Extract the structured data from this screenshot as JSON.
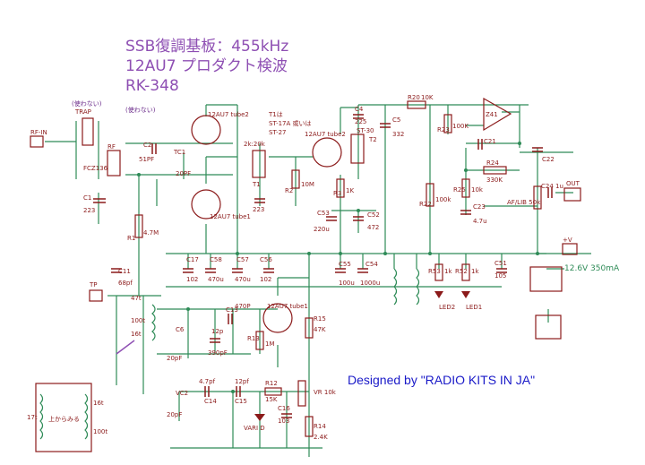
{
  "header": {
    "title_line1": "SSB復調基板：455kHz",
    "title_line2": "12AU7  プロダクト検波",
    "title_line3": "RK-348"
  },
  "credit": "Designed by  \"RADIO KITS IN JA\"",
  "colors": {
    "wire": "#2e8b57",
    "component": "#8b1a1a",
    "title": "#8e4fb3",
    "credit": "#1a1ac8",
    "note": "#6a2a8a"
  },
  "labels": {
    "rf_in": "RF-IN",
    "trap_note": "(使わない)",
    "trap": "TRAP",
    "rf_note": "(使わない)",
    "rf": "RF",
    "fcz": "FCZ136",
    "c2": "C2",
    "c2v": "51PF",
    "tc1": "TC1",
    "tc1v": "20PF",
    "c1v": "223",
    "c1": "C1",
    "r1": "R1",
    "r1v": "4.7M",
    "c11": "C11",
    "c11v": "68pf",
    "tp": "TP",
    "tube2": "12AU7 tube2",
    "tube1": "12AU7 tube1",
    "tube1b": "12AU7 tube1",
    "t1note1": "T1は",
    "t1note2": "ST-17A 或いは",
    "t1note3": "ST-27",
    "tube3": "12AU7 tube2",
    "st30": "ST-30",
    "t2": "T2",
    "t1lab": "2k:20k",
    "t1": "T1",
    "c3v": "223",
    "r2": "R2",
    "r2v": "10M",
    "c4": "C4",
    "c4v": "225",
    "r3": "R3",
    "r3v": "1K",
    "c5": "C5",
    "c5v": "332",
    "r20": "R20",
    "r20v": "10K",
    "r23": "R23",
    "r23v": "100K",
    "ic": "Z41",
    "c21": "C21",
    "c22": "C22",
    "r24": "R24",
    "r24v": "330K",
    "r25": "R25",
    "r25v": "10k",
    "c23": "C23",
    "c23v": "4.7u",
    "c24": "C24",
    "c24v": "1u",
    "af": "AF/LIB 50k",
    "out": "OUT",
    "r22": "R22",
    "r22v": "100k",
    "c53": "C53",
    "c53v": "220u",
    "c52": "C52",
    "c52v": "472",
    "c17": "C17",
    "c17v": "102",
    "c58": "C58",
    "c58v": "470u",
    "c57": "C57",
    "c57v": "470u",
    "c56": "C56",
    "c56v": "102",
    "c55": "C55",
    "c55v": "100u",
    "c54": "C54",
    "c54v": "1000u",
    "r53": "R53",
    "r53v": "1k",
    "r52": "R52",
    "r52v": "1k",
    "c51": "C51",
    "c51v": "105",
    "led2": "LED2",
    "led1": "LED1",
    "vplus": "+V",
    "psu": "12.6V  350mA",
    "t47": "47t",
    "t100": "100t",
    "t16": "16t",
    "c6": "C6",
    "c6v": "20pF",
    "c12": "12p",
    "c12v": "390pF",
    "c13": "C13",
    "c13v": "470P",
    "r13": "R13",
    "r13v": "1M",
    "r15": "R15",
    "r15v": "47K",
    "vc2": "VC2",
    "vc2v": "20pF",
    "c14": "C14",
    "c14v": "4.7pf",
    "c15": "C15",
    "c15v": "12pf",
    "r12": "R12",
    "r12v": "15K",
    "vari": "VARI D",
    "c16": "C16",
    "c16v": "103",
    "vr": "VR 10k",
    "r14": "R14",
    "r14v": "2.4K",
    "inset_left": "17t",
    "inset_mid": "上からみる",
    "inset_r1": "16t",
    "inset_r2": "100t"
  }
}
